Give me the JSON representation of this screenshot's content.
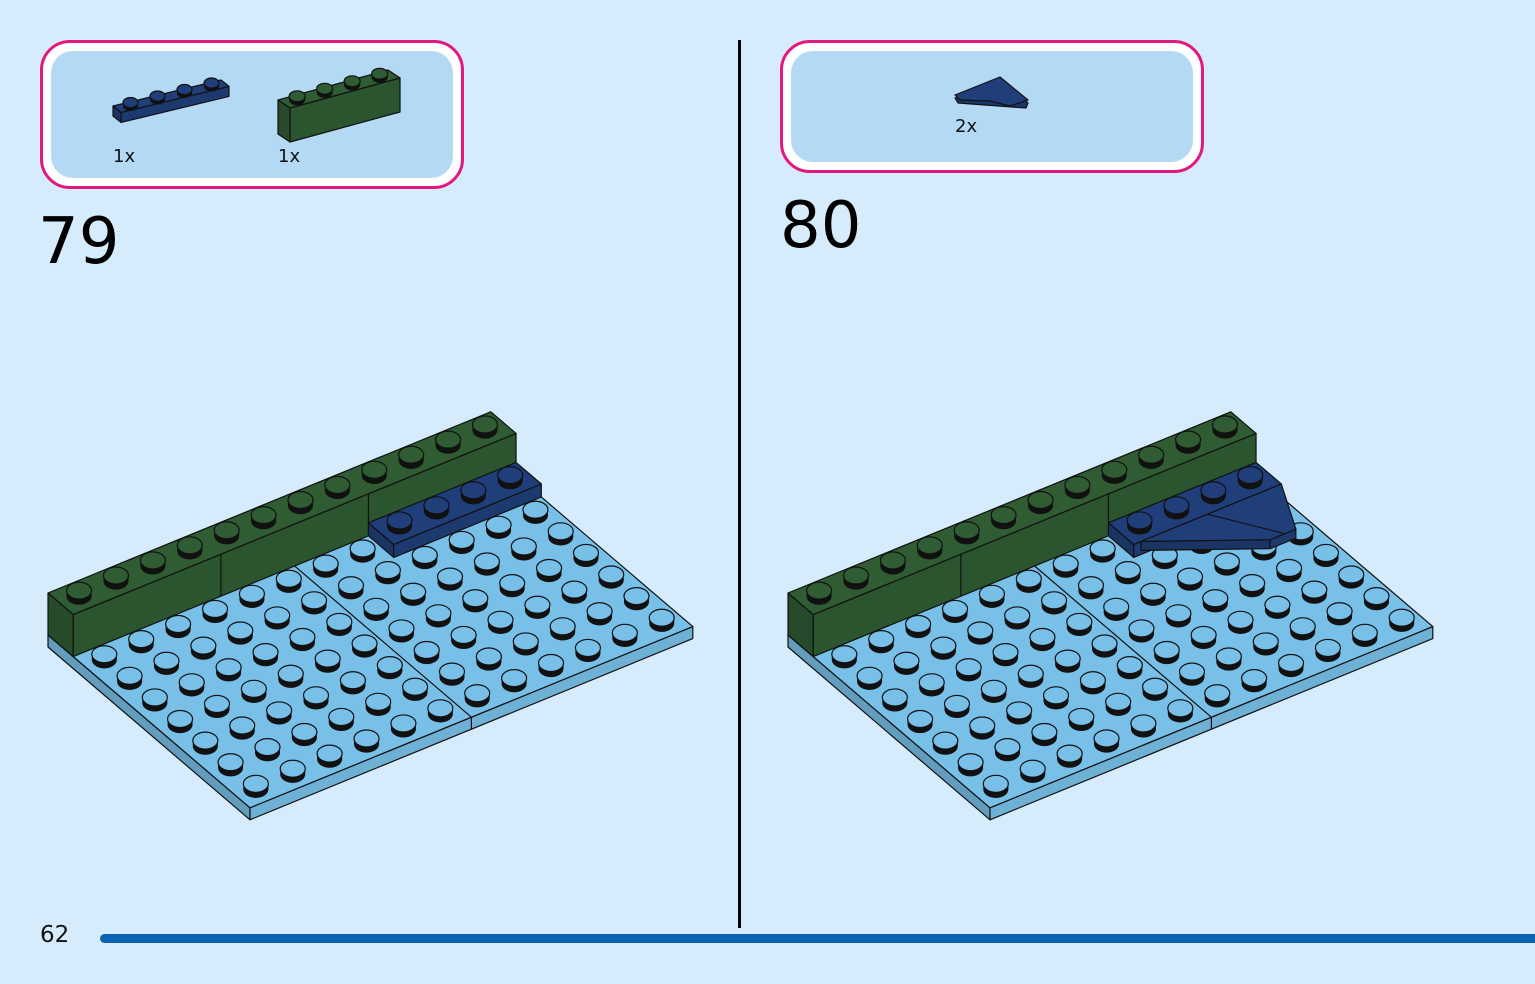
{
  "page_number": "62",
  "progress_fraction": 1.0,
  "colors": {
    "background": "#d6ecfc",
    "parts_border": "#e2187f",
    "parts_fill": "#b4d9f5",
    "progress_bar": "#0a63b0",
    "plate_light_blue": "#78c0e8",
    "brick_dark_green": "#2f5c33",
    "plate_dark_blue": "#203f7a"
  },
  "steps": [
    {
      "number": "79",
      "parts": [
        {
          "name": "dark-blue-plate-1x4",
          "qty": "1x"
        },
        {
          "name": "dark-green-brick-1x4",
          "qty": "1x"
        }
      ]
    },
    {
      "number": "80",
      "parts": [
        {
          "name": "dark-blue-wedge-plate",
          "qty": "2x"
        }
      ]
    }
  ]
}
